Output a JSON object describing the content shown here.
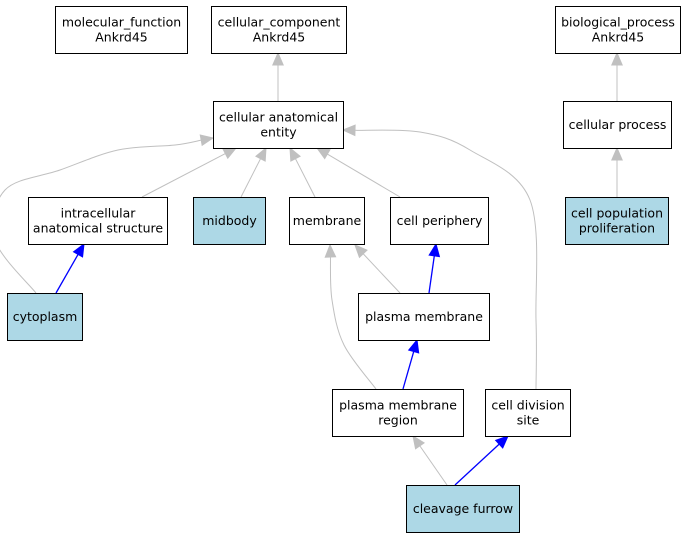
{
  "colors": {
    "default_fill": "#ffffff",
    "highlight_fill": "#add8e6",
    "gray_edge": "#c0c0c0",
    "blue_edge": "#0000ff",
    "border": "#000000"
  },
  "nodes": [
    {
      "id": "molecular_function",
      "lines": [
        "molecular_function",
        "Ankrd45"
      ],
      "highlight": false
    },
    {
      "id": "cellular_component",
      "lines": [
        "cellular_component",
        "Ankrd45"
      ],
      "highlight": false
    },
    {
      "id": "biological_process",
      "lines": [
        "biological_process",
        "Ankrd45"
      ],
      "highlight": false
    },
    {
      "id": "cellular_anatomical_entity",
      "lines": [
        "cellular anatomical",
        "entity"
      ],
      "highlight": false
    },
    {
      "id": "cellular_process",
      "lines": [
        "cellular process"
      ],
      "highlight": false
    },
    {
      "id": "intracellular_anatomical_structure",
      "lines": [
        "intracellular",
        "anatomical structure"
      ],
      "highlight": false
    },
    {
      "id": "midbody",
      "lines": [
        "midbody"
      ],
      "highlight": true
    },
    {
      "id": "membrane",
      "lines": [
        "membrane"
      ],
      "highlight": false
    },
    {
      "id": "cell_periphery",
      "lines": [
        "cell periphery"
      ],
      "highlight": false
    },
    {
      "id": "cell_population_proliferation",
      "lines": [
        "cell population",
        "proliferation"
      ],
      "highlight": true
    },
    {
      "id": "cytoplasm",
      "lines": [
        "cytoplasm"
      ],
      "highlight": true
    },
    {
      "id": "plasma_membrane",
      "lines": [
        "plasma membrane"
      ],
      "highlight": false
    },
    {
      "id": "plasma_membrane_region",
      "lines": [
        "plasma membrane",
        "region"
      ],
      "highlight": false
    },
    {
      "id": "cell_division_site",
      "lines": [
        "cell division",
        "site"
      ],
      "highlight": false
    },
    {
      "id": "cleavage_furrow",
      "lines": [
        "cleavage furrow"
      ],
      "highlight": true
    }
  ],
  "edges": [
    {
      "from": "cellular_anatomical_entity",
      "to": "cellular_component",
      "kind": "gray"
    },
    {
      "from": "cellular_process",
      "to": "biological_process",
      "kind": "gray"
    },
    {
      "from": "cell_population_proliferation",
      "to": "cellular_process",
      "kind": "gray"
    },
    {
      "from": "intracellular_anatomical_structure",
      "to": "cellular_anatomical_entity",
      "kind": "gray"
    },
    {
      "from": "midbody",
      "to": "cellular_anatomical_entity",
      "kind": "gray"
    },
    {
      "from": "membrane",
      "to": "cellular_anatomical_entity",
      "kind": "gray"
    },
    {
      "from": "cell_periphery",
      "to": "cellular_anatomical_entity",
      "kind": "gray"
    },
    {
      "from": "cytoplasm",
      "to": "cellular_anatomical_entity",
      "kind": "gray"
    },
    {
      "from": "cell_division_site",
      "to": "cellular_anatomical_entity",
      "kind": "gray"
    },
    {
      "from": "cytoplasm",
      "to": "intracellular_anatomical_structure",
      "kind": "blue"
    },
    {
      "from": "plasma_membrane",
      "to": "membrane",
      "kind": "gray"
    },
    {
      "from": "plasma_membrane",
      "to": "cell_periphery",
      "kind": "blue"
    },
    {
      "from": "plasma_membrane_region",
      "to": "membrane",
      "kind": "gray"
    },
    {
      "from": "plasma_membrane_region",
      "to": "plasma_membrane",
      "kind": "blue"
    },
    {
      "from": "cleavage_furrow",
      "to": "plasma_membrane_region",
      "kind": "gray"
    },
    {
      "from": "cleavage_furrow",
      "to": "cell_division_site",
      "kind": "blue"
    }
  ]
}
